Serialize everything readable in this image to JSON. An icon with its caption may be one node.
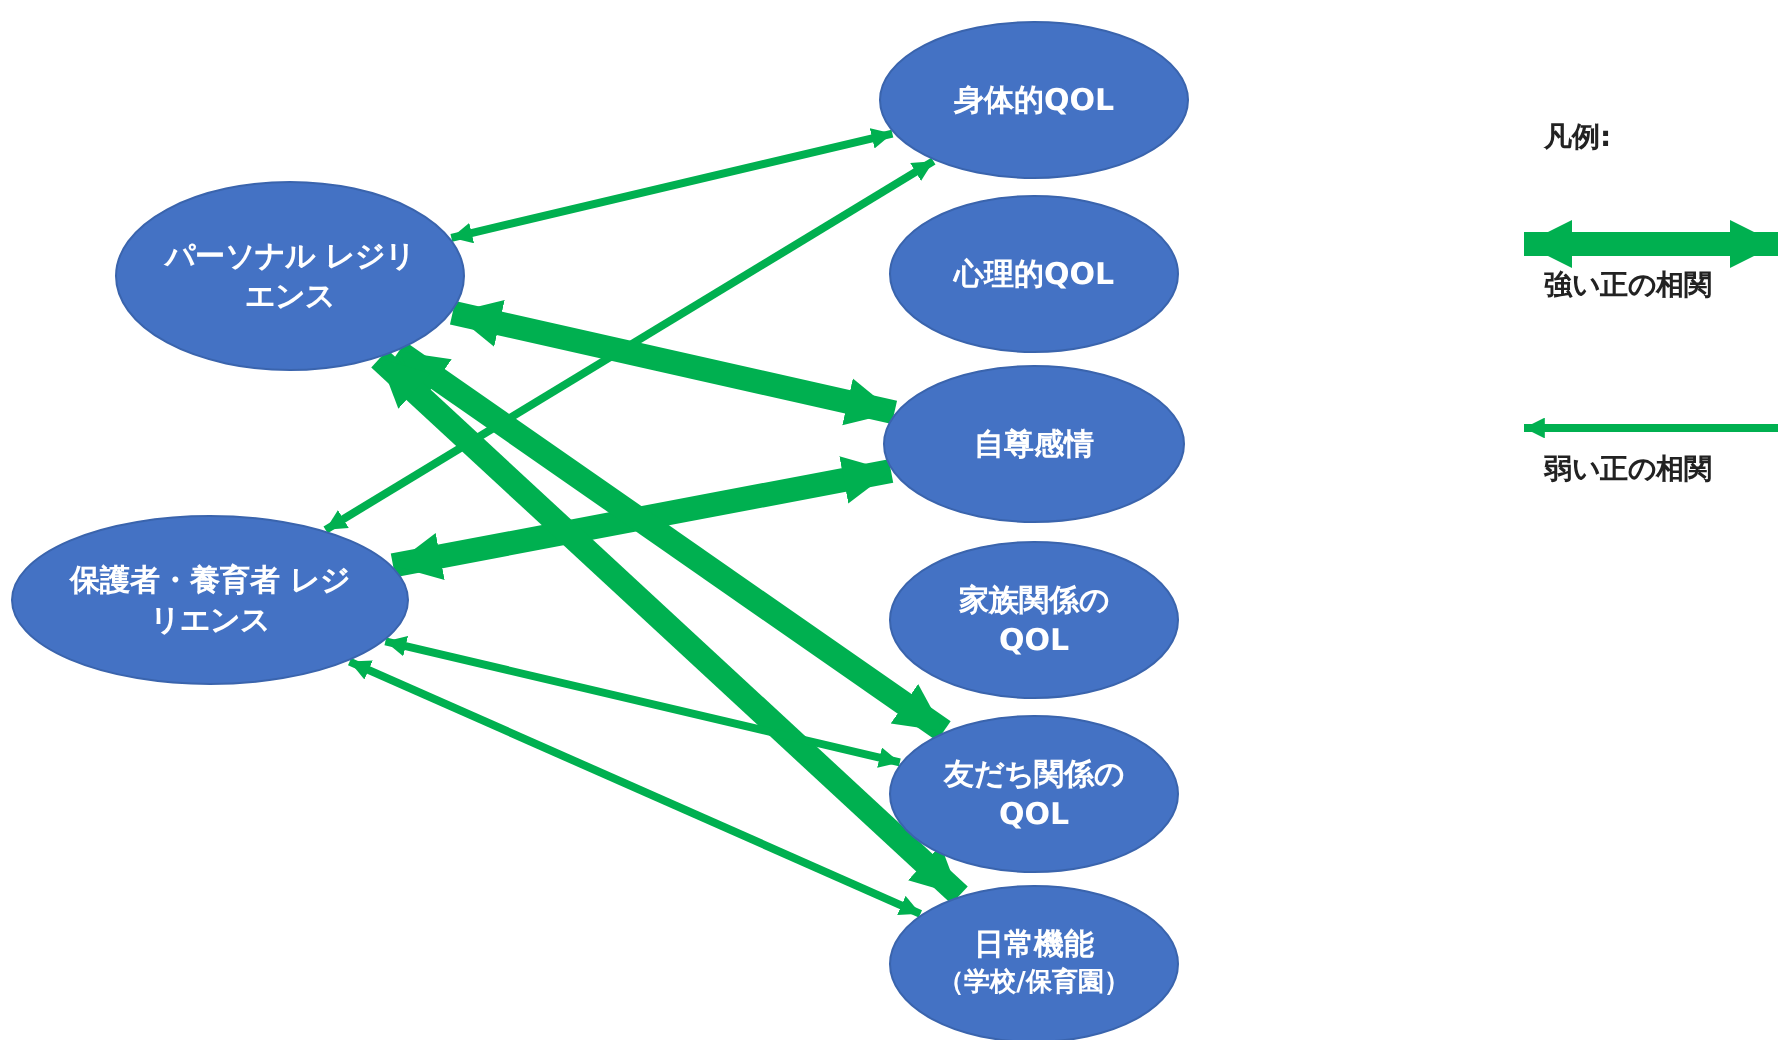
{
  "diagram": {
    "nodes": [
      {
        "text": [
          "パーソナル レジリエンス"
        ]
      },
      {
        "text": [
          "保護者・養育者 レジリエンス"
        ]
      },
      {
        "text": [
          "身体的QOL"
        ]
      },
      {
        "text": [
          "心理的QOL"
        ]
      },
      {
        "text": [
          "自尊感情"
        ]
      },
      {
        "text": [
          "家族関係の QOL"
        ]
      },
      {
        "text": [
          "友だち関係のQOL"
        ]
      },
      {
        "text": [
          "日常機能",
          "（学校/保育園）"
        ]
      }
    ],
    "edges": [
      {
        "from": 0,
        "to": 2,
        "arrow": "both"
      },
      {
        "from": 1,
        "to": 2,
        "arrow": "both"
      },
      {
        "from": 0,
        "to": 4,
        "arrow": "both",
        "style": "thick"
      },
      {
        "from": 1,
        "to": 4,
        "arrow": "both",
        "style": "thick"
      },
      {
        "from": 0,
        "to": 6,
        "arrow": "both",
        "style": "thick"
      },
      {
        "from": 0,
        "to": 7,
        "arrow": "both",
        "style": "thick"
      },
      {
        "from": 1,
        "to": 6,
        "arrow": "both"
      },
      {
        "from": 1,
        "to": 7,
        "arrow": "both"
      }
    ],
    "labels": [
      "凡例:"
    ],
    "legend": [
      {
        "text": "強い正の相関"
      },
      {
        "text": "弱い正の相関"
      }
    ]
  }
}
